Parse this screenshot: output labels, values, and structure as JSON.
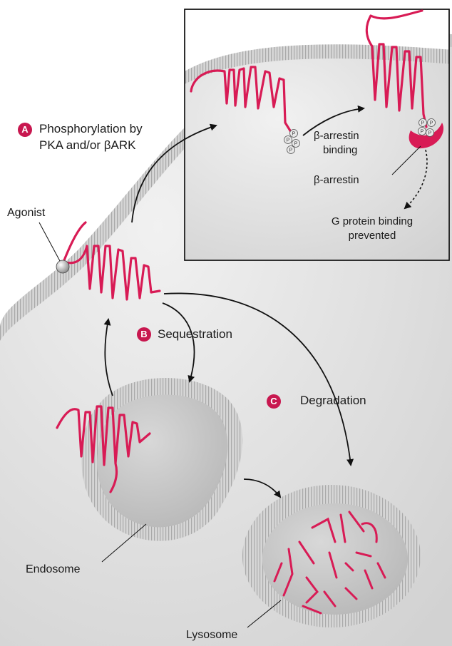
{
  "colors": {
    "receptor": "#d81b55",
    "badge": "#c8174f",
    "membrane_outer": "#cfcfcf",
    "membrane_inner": "#b0b0b0",
    "cytoplasm": "#e6e6e6",
    "lumen": "#c9c9c9",
    "inset_border": "#111111"
  },
  "steps": {
    "a": {
      "badge": "A",
      "text_line1": "Phosphorylation by",
      "text_line2": "PKA and/or βARK"
    },
    "b": {
      "badge": "B",
      "text": "Sequestration"
    },
    "c": {
      "badge": "C",
      "text": "Degradation"
    }
  },
  "labels": {
    "agonist": "Agonist",
    "endosome": "Endosome",
    "lysosome": "Lysosome"
  },
  "inset": {
    "arrestin_binding_line1": "β-arrestin",
    "arrestin_binding_line2": "binding",
    "arrestin": "β-arrestin",
    "g_protein_line1": "G protein binding",
    "g_protein_line2": "prevented",
    "phosphate": "P"
  }
}
